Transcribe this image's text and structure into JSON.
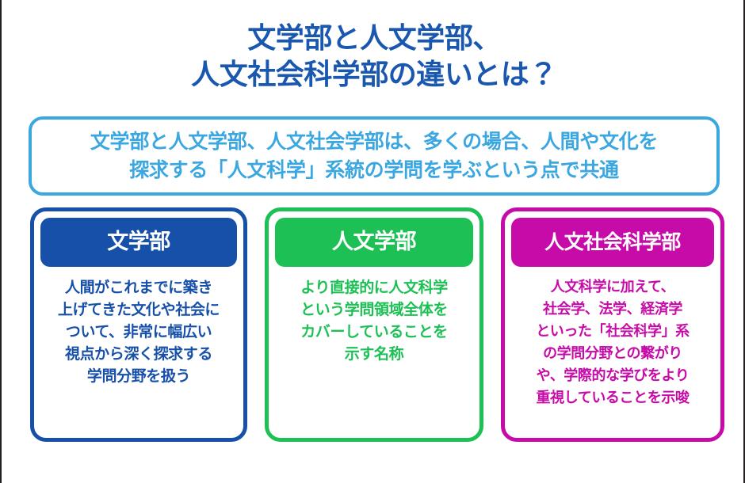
{
  "slide": {
    "background_color": "#ffffff",
    "edge_border_color": "#231f20"
  },
  "title": {
    "color": "#1a58b0",
    "lines": [
      "文学部と人文学部、",
      "人文社会科学部の違いとは？"
    ]
  },
  "banner": {
    "border_color": "#3ba7e0",
    "text_color": "#3ba7e0",
    "lines": [
      "文学部と人文学部、人文社会学部は、多くの場合、人間や文化を",
      "探求する「人文科学」系統の学問を学ぶという点で共通"
    ]
  },
  "cards": [
    {
      "id": "bungakubu",
      "accent_color": "#1650a8",
      "header": "文学部",
      "body_lines": [
        "人間がこれまでに築き",
        "上げてきた文化や社会に",
        "ついて、非常に幅広い",
        "視点から深く探求する",
        "学問分野を扱う"
      ]
    },
    {
      "id": "jinbungakubu",
      "accent_color": "#1dc055",
      "header": "人文学部",
      "body_lines": [
        "より直接的に人文科学",
        "という学問領域全体を",
        "カバーしていることを",
        "示す名称"
      ]
    },
    {
      "id": "jinbunshakai",
      "accent_color": "#c70ba8",
      "header": "人文社会科学部",
      "body_lines": [
        "人文科学に加えて、",
        "社会学、法学、経済学",
        "といった「社会科学」系",
        "の学問分野との繋がり",
        "や、学際的な学びをより",
        "重視していることを示唆"
      ]
    }
  ]
}
